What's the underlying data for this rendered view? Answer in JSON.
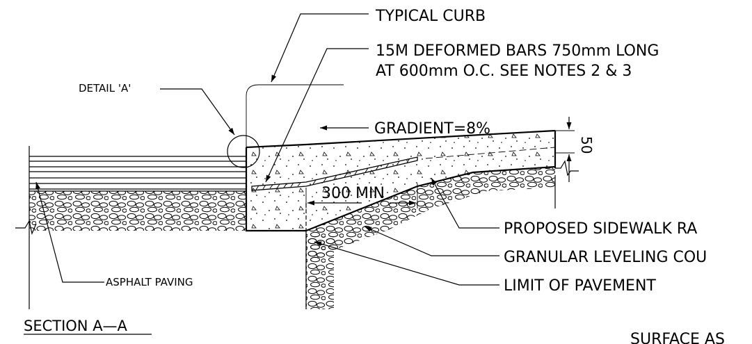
{
  "labels": {
    "typical_curb": "TYPICAL CURB",
    "bars_line1": "15M DEFORMED BARS 750mm LONG",
    "bars_line2": "AT 600mm O.C. SEE NOTES 2 & 3",
    "detail_a": "DETAIL 'A'",
    "gradient": "GRADIENT=8%",
    "dim_50": "50",
    "dim_300": "300 MIN",
    "proposed_sidewalk": "PROPOSED SIDEWALK RA",
    "granular_leveling": "GRANULAR LEVELING COU",
    "limit_pavement": "LIMIT OF PAVEMENT",
    "asphalt_paving": "ASPHALT PAVING",
    "section_title": "SECTION A—A",
    "surface_cut": "SURFACE AS"
  },
  "colors": {
    "ink": "#000000",
    "background": "#ffffff"
  }
}
